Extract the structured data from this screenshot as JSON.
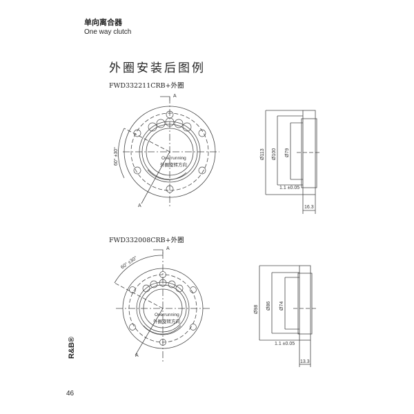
{
  "header": {
    "title_cn": "单向离合器",
    "title_en": "One way clutch"
  },
  "section_title": "外圈安装后图例",
  "figures": [
    {
      "model": "FWD332211CRB+外圈",
      "section_mark": "A",
      "angle_label": "60° ±30°",
      "overrunning_label": "Overrunning",
      "direction_label": "外圈旋转方向",
      "dims": {
        "d_outer": "Ø113",
        "d_mid": "Ø100",
        "d_inner": "Ø79",
        "gap": "1.1 ±0.05",
        "width": "16.3"
      }
    },
    {
      "model": "FWD332008CRB+外圈",
      "section_mark": "A",
      "angle_label": "60° ±30°",
      "overrunning_label": "Overrunning",
      "direction_label": "外圈旋转方向",
      "dims": {
        "d_outer": "Ø98",
        "d_mid": "Ø86",
        "d_inner": "Ø74",
        "gap": "1.1 ±0.05",
        "width": "13.3"
      }
    }
  ],
  "footer": {
    "brand": "R&B®",
    "page_number": "46"
  }
}
